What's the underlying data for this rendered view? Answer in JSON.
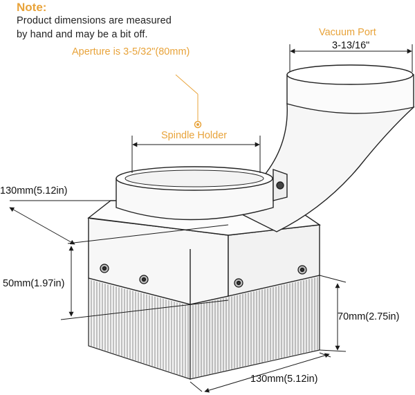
{
  "colors": {
    "accent": "#e8a33a",
    "ink": "#1a1a1a"
  },
  "note": {
    "title": "Note:",
    "line1": "Product dimensions are measured",
    "line2": "by hand and may be a bit off."
  },
  "labels": {
    "vacuum_port": "Vacuum Port",
    "vacuum_port_size": "3-13/16\"",
    "aperture": "Aperture is 3-5/32\"(80mm)",
    "spindle_holder": "Spindle Holder",
    "depth_130": "130mm(5.12in)",
    "height_50": "50mm(1.97in)",
    "height_70": "70mm(2.75in)",
    "width_130": "130mm(5.12in)"
  }
}
